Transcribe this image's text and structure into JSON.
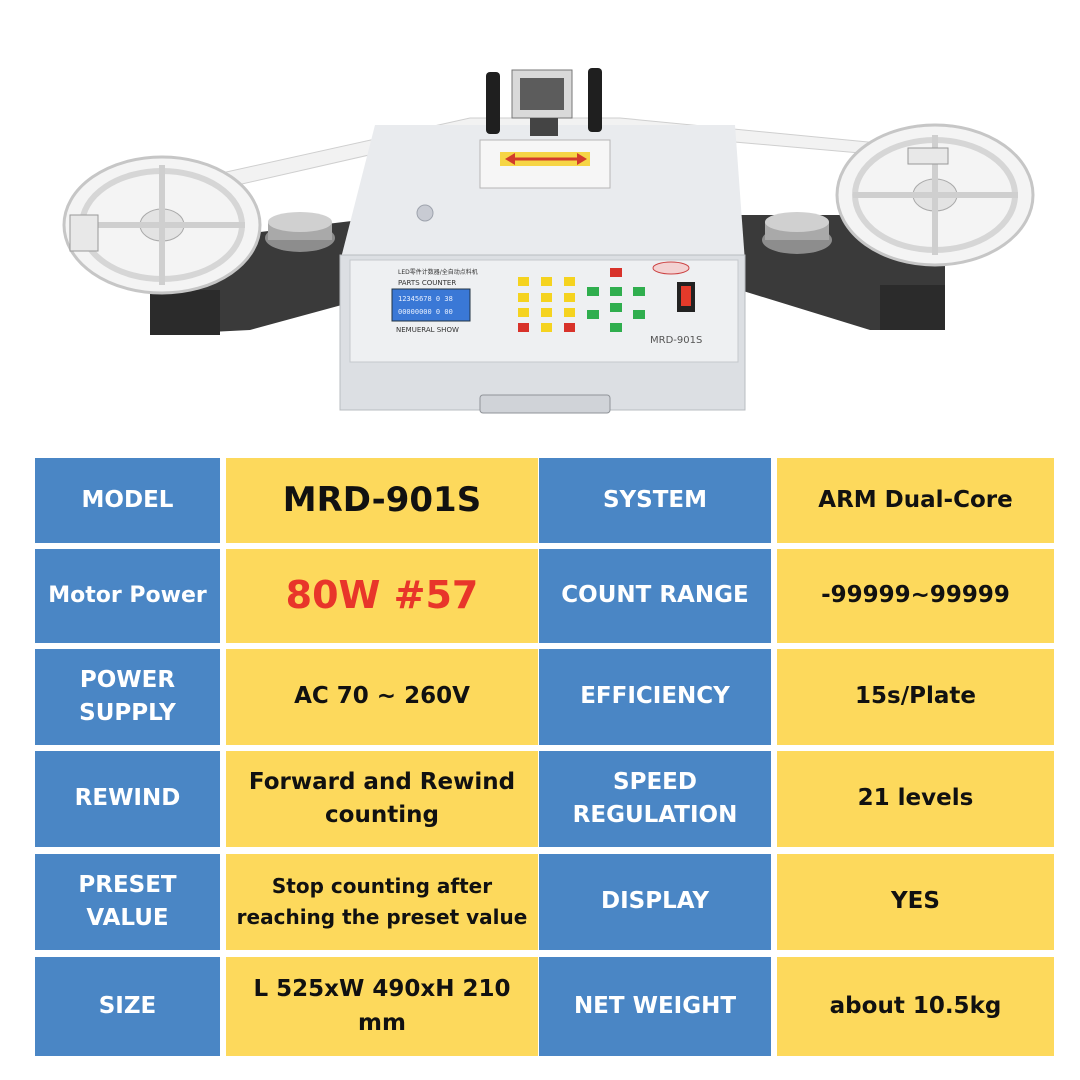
{
  "device": {
    "panel_title": "PARTS COUNTER",
    "panel_subtitle": "LED零件计数器/全自动点料机",
    "display_line1": "12345678 0 38",
    "display_line2": "00000000 0 00",
    "display_caption": "NEMUERAL SHOW",
    "model_plate": "MRD-901S"
  },
  "colors": {
    "label_bg": "#4a86c5",
    "value_bg": "#fdd95c",
    "highlight": "#e8352a"
  },
  "specs": {
    "model": {
      "label": "MODEL",
      "value": "MRD-901S"
    },
    "system": {
      "label": "SYSTEM",
      "value": "ARM Dual-Core"
    },
    "motor_power": {
      "label": "Motor Power",
      "value": "80W #57"
    },
    "count_range": {
      "label": "COUNT RANGE",
      "value": "-99999~99999"
    },
    "power_supply": {
      "label": "POWER SUPPLY",
      "value": "AC 70 ~ 260V"
    },
    "efficiency": {
      "label": "EFFICIENCY",
      "value": "15s/Plate"
    },
    "rewind": {
      "label": "REWIND",
      "value": "Forward and Rewind counting"
    },
    "speed_regulation": {
      "label": "SPEED REGULATION",
      "value": "21 levels"
    },
    "preset_value": {
      "label": "PRESET VALUE",
      "value": "Stop counting after reaching the preset value"
    },
    "display": {
      "label": "DISPLAY",
      "value": "YES"
    },
    "size": {
      "label": "SIZE",
      "value": "L 525xW 490xH 210 mm"
    },
    "net_weight": {
      "label": "NET WEIGHT",
      "value": "about 10.5kg"
    }
  }
}
